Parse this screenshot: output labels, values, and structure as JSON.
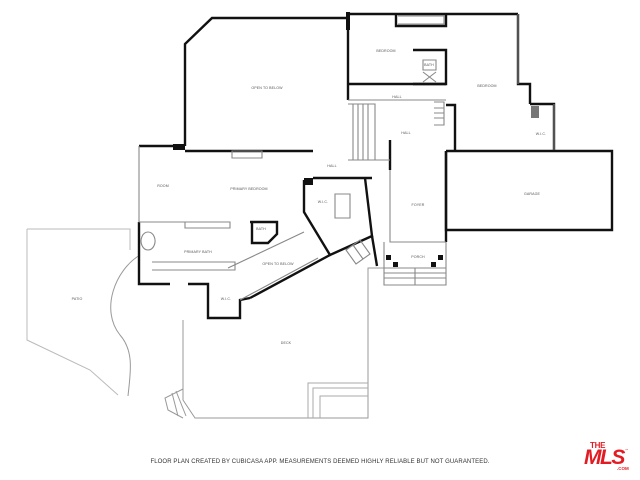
{
  "floor_plan": {
    "rooms": {
      "open_to_below_upper": "OPEN TO BELOW",
      "bedroom_1": "BEDROOM",
      "bath_upper": "BATH",
      "bedroom_2": "BEDROOM",
      "hall_upper": "HALL",
      "hall_center": "HALL",
      "wic_right": "W.I.C.",
      "room": "ROOM",
      "primary_bedroom": "PRIMARY BEDROOM",
      "hall_small": "HALL",
      "wic_center": "W.I.C.",
      "foyer": "FOYER",
      "garage": "GARAGE",
      "bath_small": "BATH",
      "primary_bath": "PRIMARY BATH",
      "open_to_below_lower": "OPEN TO BELOW",
      "porch": "PORCH",
      "patio": "PATIO",
      "wic_lower": "W.I.C.",
      "deck": "DECK"
    }
  },
  "footer": {
    "disclaimer": "FLOOR PLAN CREATED BY CUBICASA APP. MEASUREMENTS DEEMED HIGHLY RELIABLE BUT NOT GUARANTEED."
  },
  "logo": {
    "the": "THE",
    "mls": "MLS",
    "com": ".COM",
    "tm": "™",
    "color": "#e31b23"
  }
}
